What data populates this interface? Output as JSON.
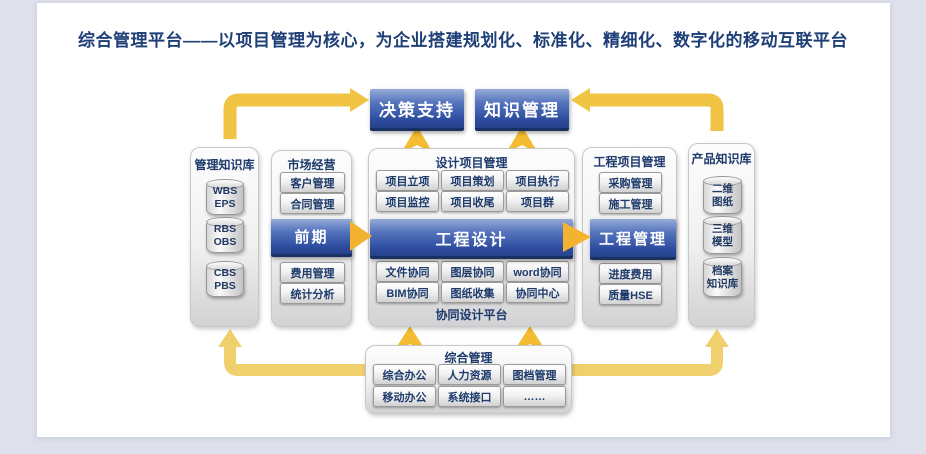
{
  "title": "综合管理平台——以项目管理为核心，为企业搭建规划化、标准化、精细化、数字化的移动互联平台",
  "top_boxes": {
    "decision": "决策支持",
    "knowledge": "知识管理"
  },
  "panels": {
    "mgmt_kb": {
      "title": "管理知识库",
      "cyls": [
        {
          "l1": "WBS",
          "l2": "EPS"
        },
        {
          "l1": "RBS",
          "l2": "OBS"
        },
        {
          "l1": "CBS",
          "l2": "PBS"
        }
      ]
    },
    "market": {
      "title": "市场经营",
      "buttons_top": [
        "客户管理",
        "合同管理"
      ],
      "stage": "前期",
      "buttons_bottom": [
        "费用管理",
        "统计分析"
      ]
    },
    "design": {
      "title": "设计项目管理",
      "row1": [
        "项目立项",
        "项目策划",
        "项目执行"
      ],
      "row2": [
        "项目监控",
        "项目收尾",
        "项目群"
      ],
      "stage": "工程设计",
      "row3": [
        "文件协同",
        "图层协同",
        "word协同"
      ],
      "row4": [
        "BIM协同",
        "图纸收集",
        "协同中心"
      ],
      "footer": "协同设计平台"
    },
    "eng": {
      "title": "工程项目管理",
      "buttons_top": [
        "采购管理",
        "施工管理"
      ],
      "stage": "工程管理",
      "buttons_bottom": [
        "进度费用",
        "质量HSE"
      ]
    },
    "product_kb": {
      "title": "产品知识库",
      "cyls": [
        {
          "l1": "二维",
          "l2": "图纸"
        },
        {
          "l1": "三维",
          "l2": "模型"
        },
        {
          "l1": "档案",
          "l2": "知识库"
        }
      ]
    },
    "general": {
      "title": "综合管理",
      "row1": [
        "综合办公",
        "人力资源",
        "图档管理"
      ],
      "row2": [
        "移动办公",
        "系统接口",
        "……"
      ]
    }
  },
  "colors": {
    "accent_blue": "#2e4d9f",
    "title_navy": "#1f3f77",
    "arrow_gold": "#f0c342",
    "chevron_gold": "#f4bd31",
    "arrow_light_gold": "#f0d06d",
    "stage_arrow_gold": "#f3b230"
  }
}
